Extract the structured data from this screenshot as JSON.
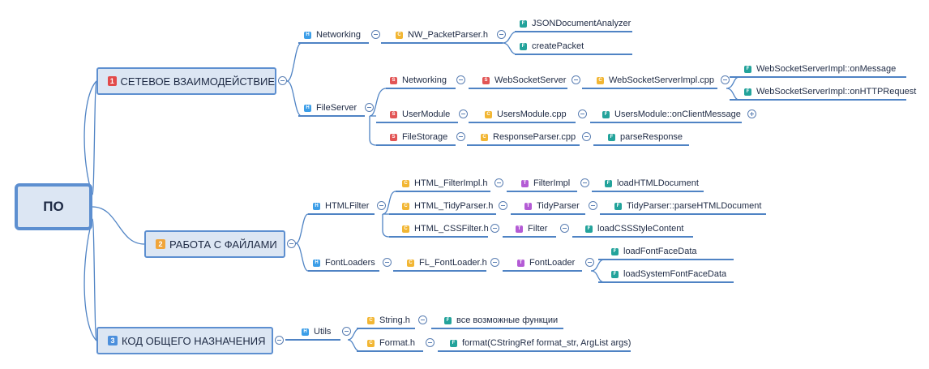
{
  "root": {
    "label": "ПО"
  },
  "colors": {
    "line": "#4f83c4",
    "main_fill": "#dce6f3",
    "main_border": "#5d8fd0",
    "num_red": "#e24a4a",
    "num_orange": "#f0a53a",
    "num_blue": "#4c8fdc"
  },
  "legend_icons": {
    "h": "header-file-icon",
    "c": "cpp-file-icon",
    "s": "module-icon",
    "t": "type-icon",
    "f": "function-icon"
  },
  "branches": {
    "b1": {
      "num": "1",
      "label": "СЕТЕВОЕ ВЗАИМОДЕЙСТВИЕ"
    },
    "b2": {
      "num": "2",
      "label": "РАБОТА С ФАЙЛАМИ"
    },
    "b3": {
      "num": "3",
      "label": "КОД ОБЩЕГО НАЗНАЧЕНИЯ"
    }
  },
  "nodes": {
    "networking": "Networking",
    "nw_packetparser": "NW_PacketParser.h",
    "jsondocumentanalyzer": "JSONDocumentAnalyzer",
    "createpacket": "createPacket",
    "fileserver": "FileServer",
    "fs_networking": "Networking",
    "websocketserver": "WebSocketServer",
    "websocketserverimpl": "WebSocketServerImpl.cpp",
    "onmessage": "WebSocketServerImpl::onMessage",
    "onhttprequest": "WebSocketServerImpl::onHTTPRequest",
    "usermodule": "UserModule",
    "usersmodule_cpp": "UsersModule.cpp",
    "onclientmessage": "UsersModule::onClientMessage",
    "filestorage": "FileStorage",
    "responseparser": "ResponseParser.cpp",
    "parseresponse": "parseResponse",
    "htmlfilter": "HTMLFilter",
    "html_filterimpl": "HTML_FilterImpl.h",
    "filterimpl": "FilterImpl",
    "loadhtmldocument": "loadHTMLDocument",
    "html_tidyparser": "HTML_TidyParser.h",
    "tidyparser": "TidyParser",
    "parsehtmldocument": "TidyParser::parseHTMLDocument",
    "html_cssfilter": "HTML_CSSFilter.h",
    "filter": "Filter",
    "loadcssstylecontent": "loadCSSStyleContent",
    "fontloaders": "FontLoaders",
    "fl_fontloader": "FL_FontLoader.h",
    "fontloader": "FontLoader",
    "loadfontfacedata": "loadFontFaceData",
    "loadsystemfontfacedata": "loadSystemFontFaceData",
    "utils": "Utils",
    "string_h": "String.h",
    "all_functions": "все возможные функции",
    "format_h": "Format.h",
    "format_func": "format(CStringRef format_str, ArgList args)"
  }
}
